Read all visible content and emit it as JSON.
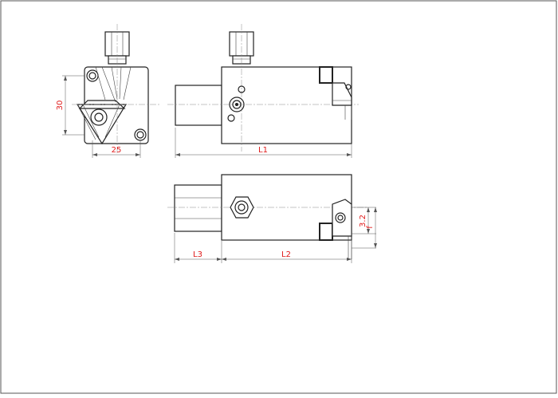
{
  "drawing": {
    "title": "",
    "colors": {
      "outline": "#222222",
      "dimension_text": "#e01b1b",
      "frame": "#555555"
    },
    "views": [
      "front-view",
      "side-view",
      "top-view"
    ],
    "dimensions": {
      "height_30": "30",
      "width_25": "25",
      "l1": "L1",
      "l2": "L2",
      "l3": "L3",
      "offset_3_2": "3.2",
      "f": "f"
    }
  }
}
